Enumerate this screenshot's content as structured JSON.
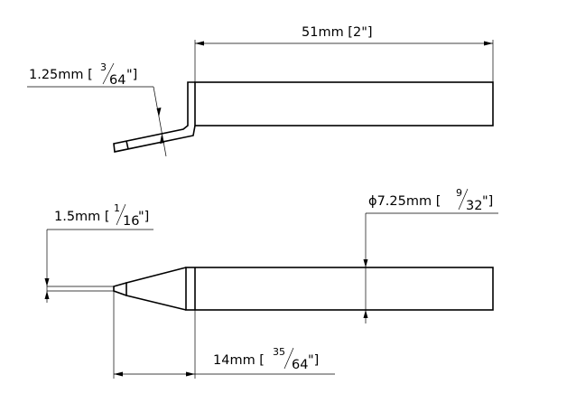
{
  "top_view": {
    "length_dim": "51mm [2\"]",
    "tip_thickness": {
      "main": "1.25mm [",
      "num": "3",
      "den": "64",
      "close": "\"]"
    }
  },
  "side_view": {
    "tip_width": {
      "main": "1.5mm [",
      "num": "1",
      "den": "16",
      "close": "\"]"
    },
    "diameter": {
      "main": "ϕ7.25mm [",
      "num": "9",
      "den": "32",
      "close": "\"]"
    },
    "taper_length": {
      "main": "14mm [",
      "num": "35",
      "den": "64",
      "close": "\"]"
    }
  }
}
